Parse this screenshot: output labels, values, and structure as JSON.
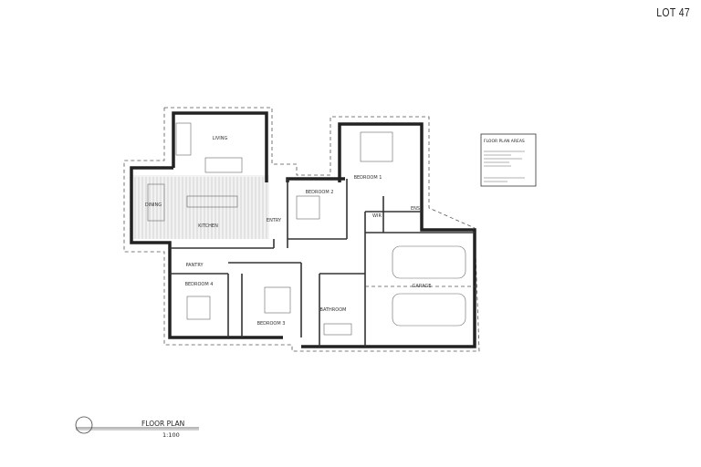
{
  "sheet": {
    "lot_label": "LOT 47"
  },
  "title_block": {
    "title": "FLOOR PLAN",
    "scale": "1:100"
  },
  "areas_box": {
    "heading": "FLOOR PLAN AREAS"
  },
  "rooms": {
    "living": "LIVING",
    "dining": "DINING",
    "kitchen": "KITCHEN",
    "entry": "ENTRY",
    "bedroom1": "BEDROOM 1",
    "bedroom2": "BEDROOM 2",
    "bedroom3": "BEDROOM 3",
    "bedroom4": "BEDROOM 4",
    "ens": "ENS",
    "wir": "WIR",
    "bathroom": "BATHROOM",
    "garage": "GARAGE",
    "pantry": "PANTRY"
  }
}
